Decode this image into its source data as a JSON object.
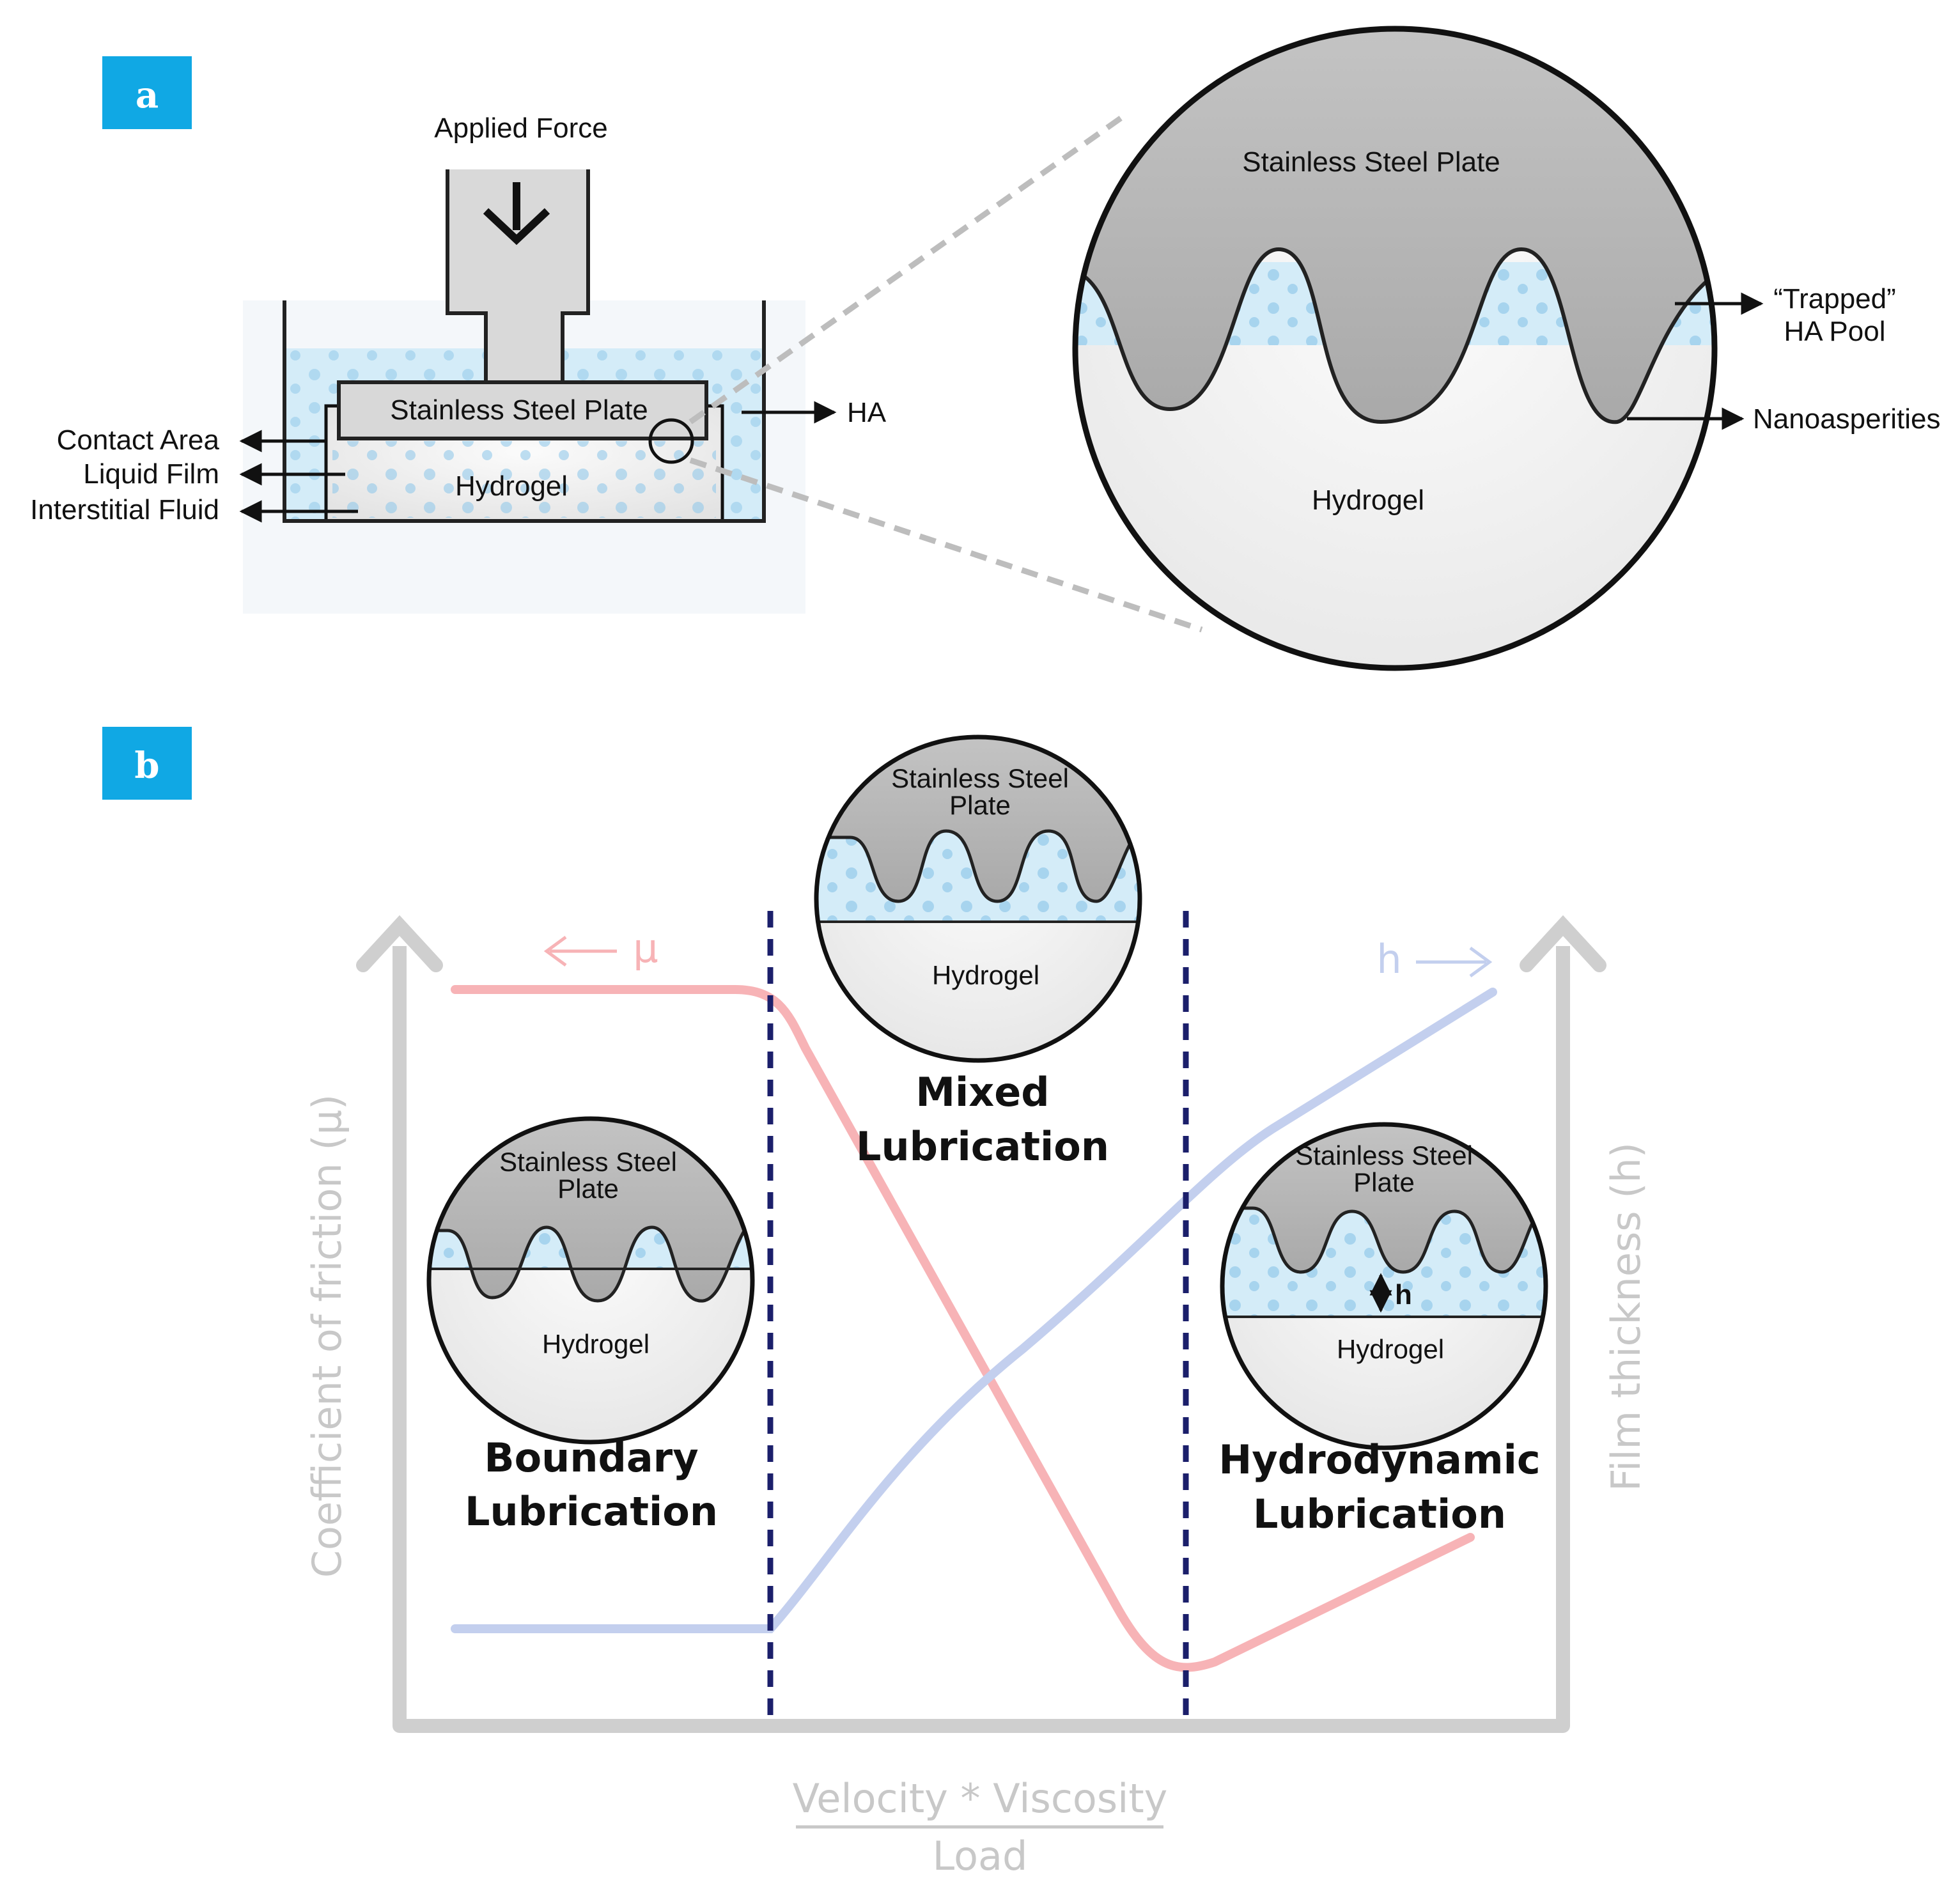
{
  "panel_a": {
    "letter": "a",
    "applied_force": "Applied Force",
    "plate_label": "Stainless Steel Plate",
    "hydrogel_label": "Hydrogel",
    "ha_label": "HA",
    "contact_area": "Contact Area",
    "liquid_film": "Liquid Film",
    "interstitial_fluid": "Interstitial Fluid",
    "zoom": {
      "plate_label": "Stainless Steel Plate",
      "hydrogel_label": "Hydrogel",
      "trapped_line1": "“Trapped”",
      "trapped_line2": "HA Pool",
      "nanoasperities": "Nanoasperities"
    }
  },
  "panel_b": {
    "letter": "b",
    "y_left_label": "Coefficient of friction (μ)",
    "y_right_label": "Film thickness (h)",
    "x_numerator": "Velocity * Viscosity",
    "x_denominator": "Load",
    "mu_symbol": "μ",
    "h_symbol": "h",
    "regimes": [
      {
        "line1": "Boundary",
        "line2": "Lubrication",
        "plate_line1": "Stainless Steel",
        "plate_line2": "Plate",
        "hydrogel": "Hydrogel"
      },
      {
        "line1": "Mixed",
        "line2": "Lubrication",
        "plate_line1": "Stainless Steel",
        "plate_line2": "Plate",
        "hydrogel": "Hydrogel"
      },
      {
        "line1": "Hydrodynamic",
        "line2": "Lubrication",
        "plate_line1": "Stainless Steel",
        "plate_line2": "Plate",
        "hydrogel": "Hydrogel",
        "gap_label": "h"
      }
    ],
    "colors": {
      "friction_curve": "#f7b3b6",
      "thickness_curve": "#c3cfee",
      "divider": "#1b1f6b",
      "axis": "#cfcfcf",
      "ha_fluid": "#d4ecf8",
      "plate": "#b9b9b9",
      "panel_badge": "#10a8e4"
    }
  }
}
